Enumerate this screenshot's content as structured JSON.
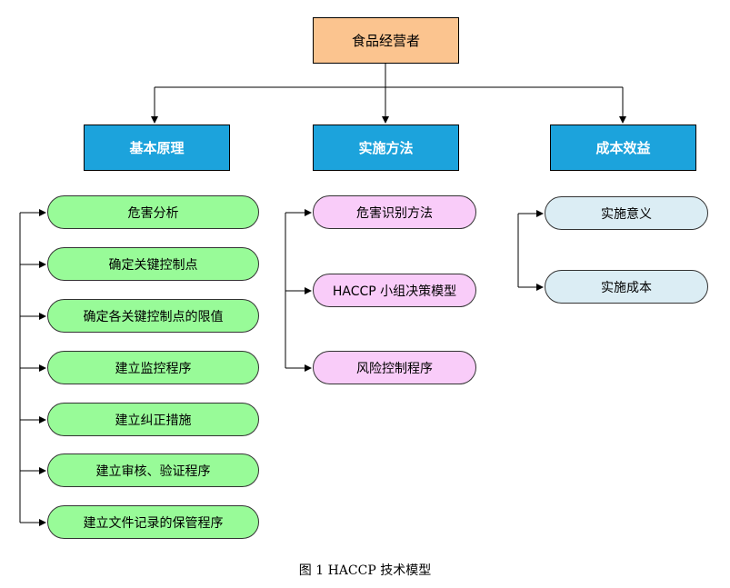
{
  "colors": {
    "root_fill": "#fbc48f",
    "category_fill": "#1ca3dc",
    "green_pill": "#98fb98",
    "pink_pill": "#f9ccf9",
    "blue_pill": "#dbedf4",
    "line": "#000000"
  },
  "root": {
    "label": "食品经营者"
  },
  "categories": [
    {
      "label": "基本原理",
      "items": [
        "危害分析",
        "确定关键控制点",
        "确定各关键控制点的限值",
        "建立监控程序",
        "建立纠正措施",
        "建立审核、验证程序",
        "建立文件记录的保管程序"
      ]
    },
    {
      "label": "实施方法",
      "items": [
        "危害识别方法",
        "HACCP 小组决策模型",
        "风险控制程序"
      ]
    },
    {
      "label": "成本效益",
      "items": [
        "实施意义",
        "实施成本"
      ]
    }
  ],
  "caption": "图 1 HACCP 技术模型"
}
